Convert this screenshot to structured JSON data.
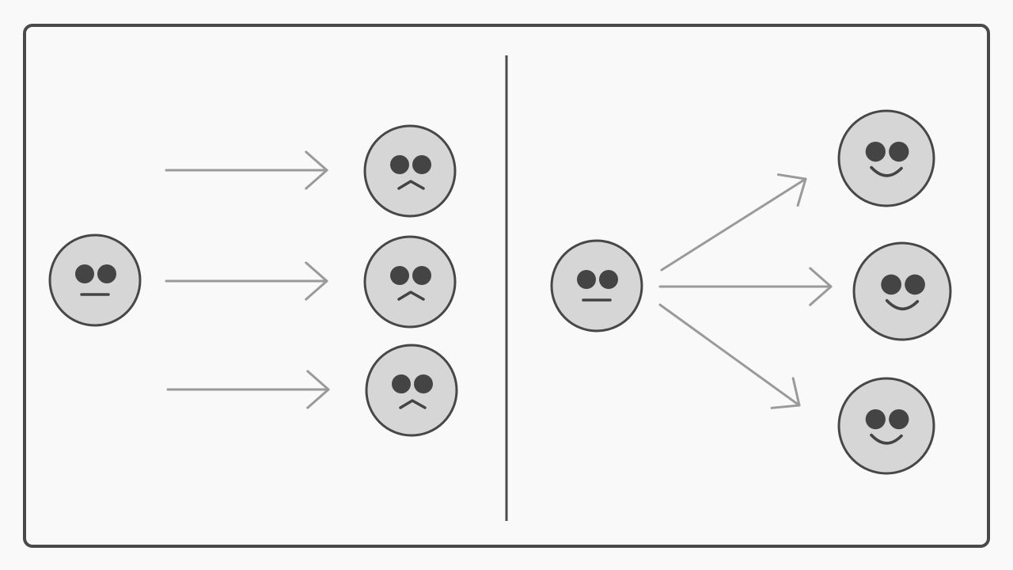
{
  "colors": {
    "background": "#f9f9f9",
    "frame": "#4a4a4a",
    "divider": "#4a4a4a",
    "face_fill": "#d6d6d6",
    "face_stroke": "#474747",
    "face_features": "#444444",
    "arrow": "#9a9a9a"
  },
  "left_panel": {
    "source": {
      "expression": "neutral"
    },
    "targets": [
      {
        "expression": "frown"
      },
      {
        "expression": "frown"
      },
      {
        "expression": "frown"
      }
    ],
    "arrow_pattern": "parallel"
  },
  "right_panel": {
    "source": {
      "expression": "neutral"
    },
    "targets": [
      {
        "expression": "smile"
      },
      {
        "expression": "smile"
      },
      {
        "expression": "smile"
      }
    ],
    "arrow_pattern": "fan-out"
  }
}
